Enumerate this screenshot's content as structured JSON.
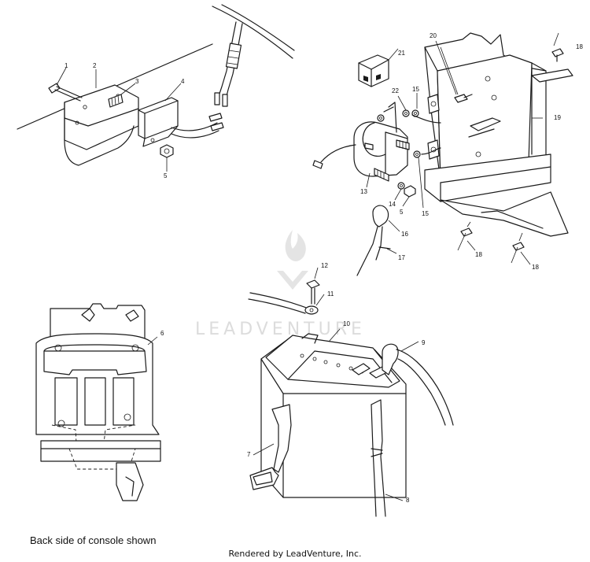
{
  "watermark": "LEADVENTURE",
  "caption": "Back side of console shown",
  "credit": "Rendered by LeadVenture, Inc.",
  "callouts": {
    "c1": "1",
    "c2": "2",
    "c3": "3",
    "c4": "4",
    "c5a": "5",
    "c5b": "5",
    "c6": "6",
    "c7": "7",
    "c8": "8",
    "c9": "9",
    "c10": "10",
    "c11": "11",
    "c12": "12",
    "c13": "13",
    "c14": "14",
    "c15a": "15",
    "c15b": "15",
    "c16": "16",
    "c17": "17",
    "c18a": "18",
    "c18b": "18",
    "c18c": "18",
    "c19": "19",
    "c20": "20",
    "c21": "21",
    "c22": "22"
  }
}
